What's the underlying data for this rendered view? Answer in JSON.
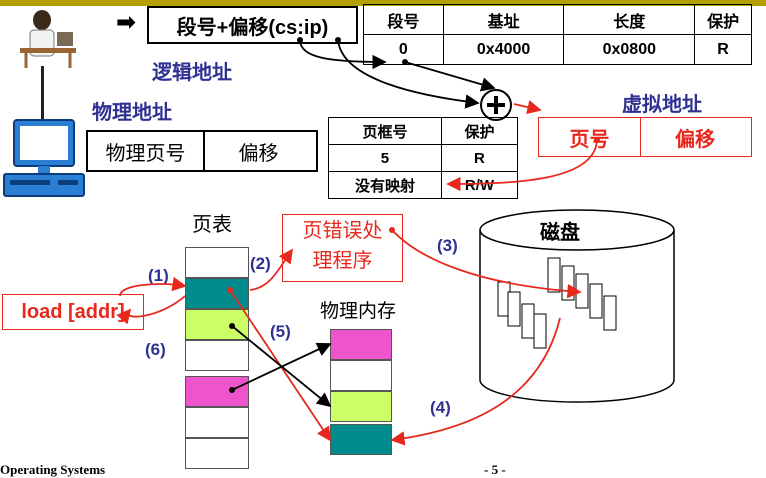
{
  "segment_box": {
    "text": "段号+偏移(cs:ip)"
  },
  "segment_table": {
    "headers": [
      "段号",
      "基址",
      "长度",
      "保护"
    ],
    "row": [
      "0",
      "0x4000",
      "0x0800",
      "R"
    ]
  },
  "logical_label": "逻辑地址",
  "physical_label": "物理地址",
  "physical_fields": [
    "物理页号",
    "偏移"
  ],
  "virtual_label": "虚拟地址",
  "virtual_fields": [
    "页号",
    "偏移"
  ],
  "page_entry_table": {
    "headers": [
      "页框号",
      "保护"
    ],
    "rows": [
      [
        "5",
        "R"
      ],
      [
        "没有映射",
        "R/W"
      ]
    ]
  },
  "page_table_label": "页表",
  "fault_handler": {
    "line1": "页错误处",
    "line2": "理程序"
  },
  "disk_label": "磁盘",
  "memory_label": "物理内存",
  "instruction": "load [addr]",
  "steps": [
    "(1)",
    "(2)",
    "(3)",
    "(4)",
    "(5)",
    "(6)"
  ],
  "footer_left": "Operating Systems",
  "footer_page": "- 5 -",
  "colors": {
    "red": "#e8281c",
    "blue": "#2e3192",
    "teal": "#008c8c",
    "lime": "#ccff66",
    "magenta": "#ee55cc"
  }
}
